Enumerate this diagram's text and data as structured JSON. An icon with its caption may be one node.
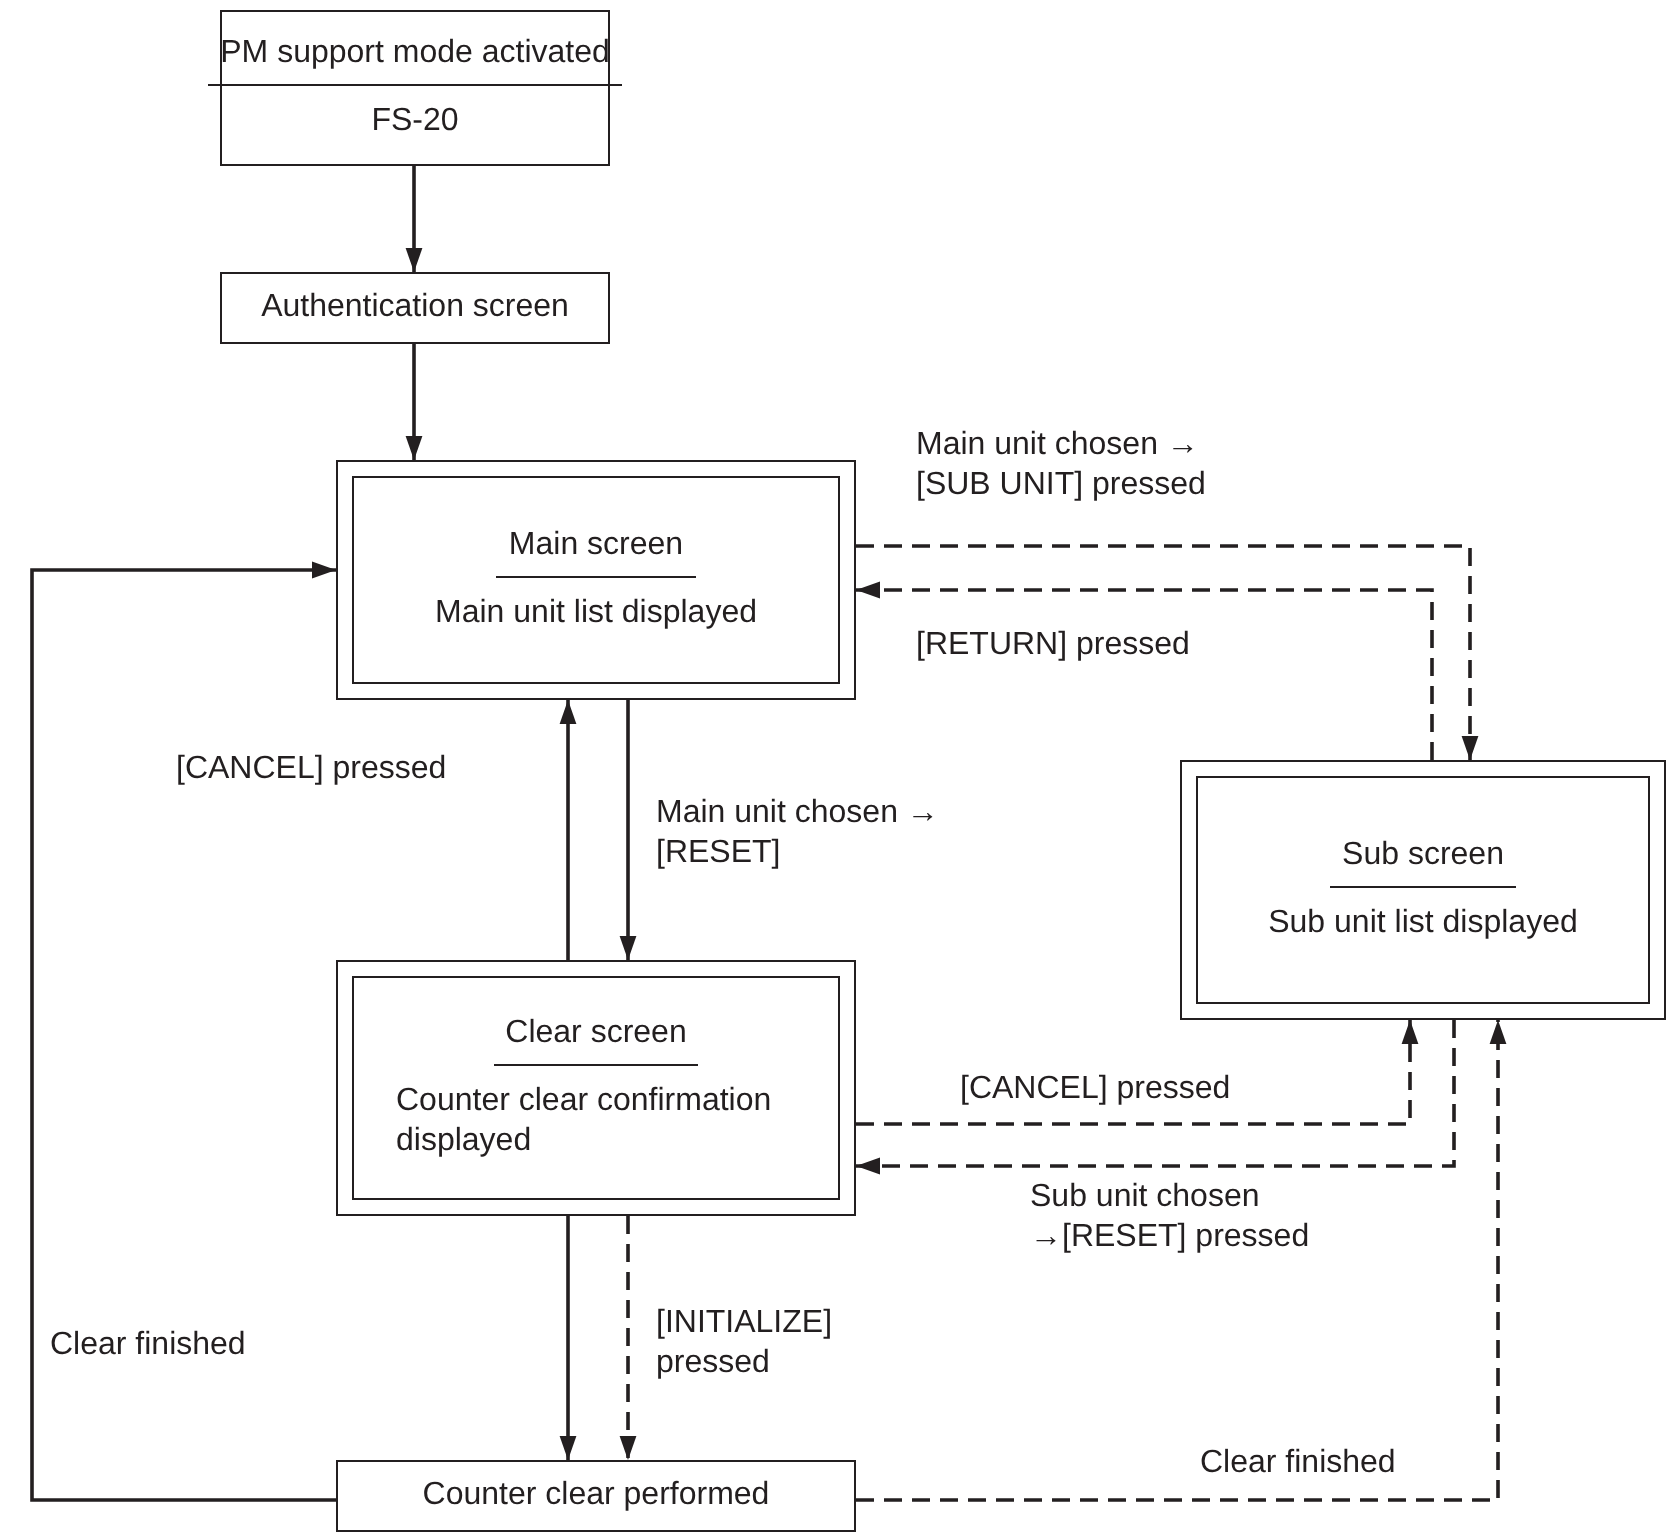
{
  "diagram": {
    "nodes": [
      {
        "text": [
          "PM support mode activated",
          "FS-20"
        ]
      },
      {
        "text": [
          "Authentication screen"
        ]
      },
      {
        "text": [
          "Main screen",
          "Main unit list displayed"
        ]
      },
      {
        "text": [
          "Sub screen",
          "Sub unit list displayed"
        ]
      },
      {
        "text": [
          "Clear screen",
          "Counter clear confirmation displayed"
        ]
      },
      {
        "text": [
          "Counter clear performed"
        ]
      }
    ],
    "edges": [
      {
        "from": 0,
        "to": 1,
        "arrow": "to"
      },
      {
        "from": 1,
        "to": 2,
        "arrow": "to"
      },
      {
        "from": 2,
        "to": 3,
        "arrow": "to",
        "label": "Main unit chosen → [SUB UNIT] pressed",
        "style": "dashed"
      },
      {
        "from": 3,
        "to": 2,
        "arrow": "to",
        "label": "[RETURN] pressed",
        "style": "dashed"
      },
      {
        "from": 4,
        "to": 2,
        "arrow": "to",
        "label": "[CANCEL] pressed"
      },
      {
        "from": 2,
        "to": 4,
        "arrow": "to",
        "label": "Main unit chosen → [RESET]"
      },
      {
        "from": 4,
        "to": 3,
        "arrow": "to",
        "label": "[CANCEL] pressed",
        "style": "dashed"
      },
      {
        "from": 3,
        "to": 4,
        "arrow": "to",
        "label": "Sub unit chosen →[RESET] pressed",
        "style": "dashed"
      },
      {
        "from": 4,
        "to": 5,
        "arrow": "to"
      },
      {
        "from": 4,
        "to": 5,
        "arrow": "to",
        "label": "[INITIALIZE] pressed",
        "style": "dashed"
      },
      {
        "from": 5,
        "to": 2,
        "arrow": "to",
        "label": "Clear finished"
      },
      {
        "from": 5,
        "to": 3,
        "arrow": "to",
        "label": "Clear finished",
        "style": "dashed"
      }
    ]
  }
}
